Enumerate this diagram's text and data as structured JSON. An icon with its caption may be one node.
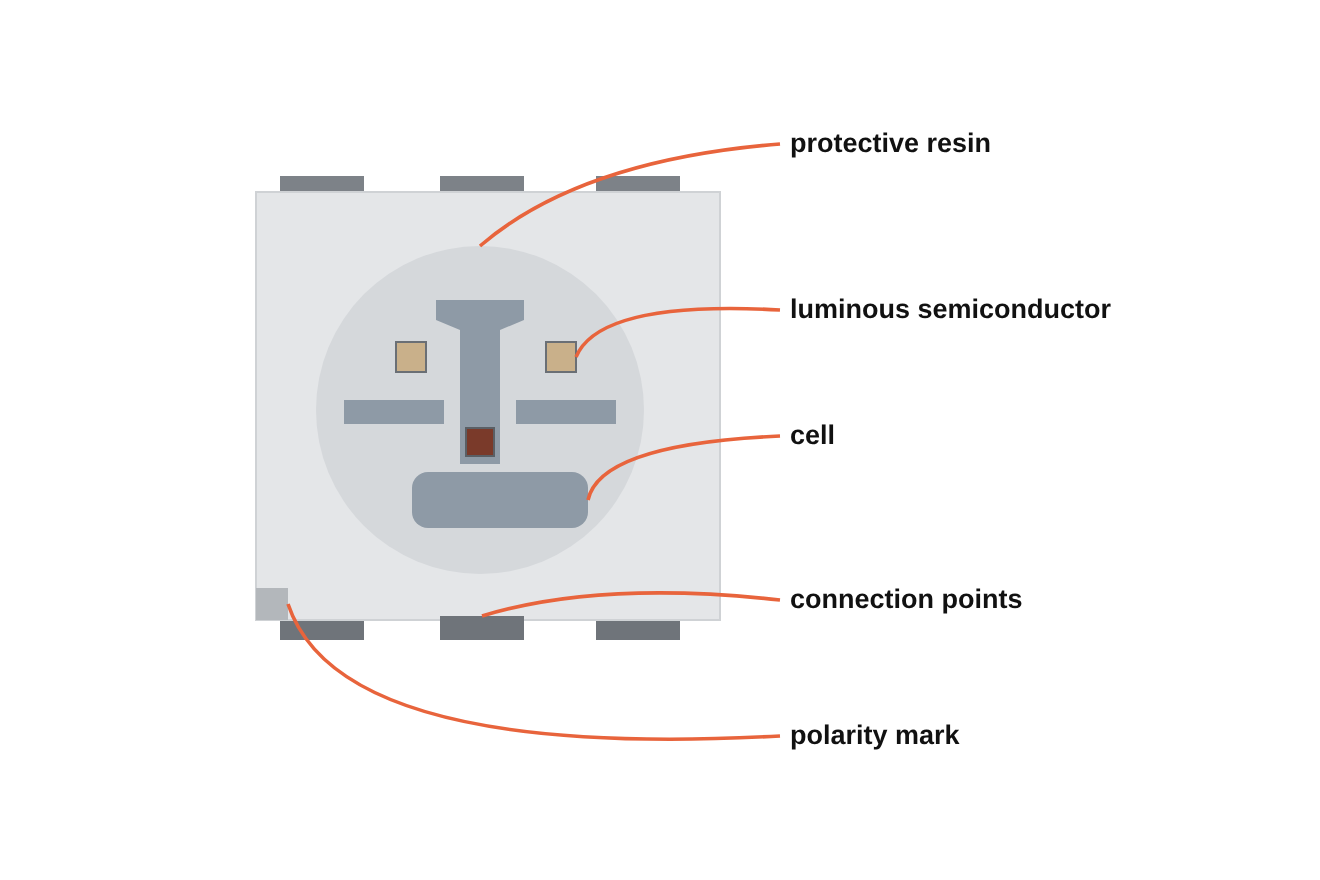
{
  "diagram": {
    "nodes": [
      {
        "text": [
          "protective resin"
        ]
      },
      {
        "text": [
          "luminous semiconductor"
        ]
      },
      {
        "text": [
          "cell"
        ]
      },
      {
        "text": [
          "connection points"
        ]
      },
      {
        "text": [
          "polarity mark"
        ]
      },
      {
        "text": [],
        "shape": "circle"
      },
      {
        "text": [],
        "shape": "box",
        "in": 5
      },
      {
        "text": [],
        "shape": "box",
        "in": 5
      },
      {
        "text": [],
        "shape": "box",
        "in": 5
      },
      {
        "text": [],
        "shape": "box",
        "in": 5
      },
      {
        "text": [],
        "shape": "box"
      },
      {
        "text": [],
        "shape": "box"
      }
    ],
    "edges": [
      {
        "from": 0,
        "to": 5,
        "arrow": "none"
      },
      {
        "from": 1,
        "to": 7,
        "arrow": "none"
      },
      {
        "from": 2,
        "to": 9,
        "arrow": "none"
      },
      {
        "from": 3,
        "to": 10,
        "arrow": "none"
      },
      {
        "from": 4,
        "to": 11,
        "arrow": "none"
      }
    ]
  }
}
